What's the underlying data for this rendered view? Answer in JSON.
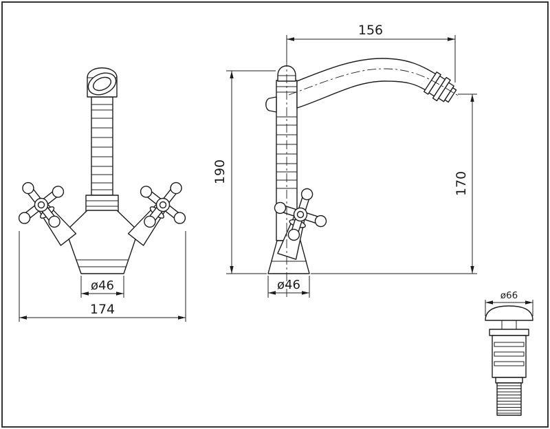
{
  "canvas": {
    "background": "#ffffff",
    "line_color": "#1c1c1c"
  },
  "front_view": {
    "base_diameter_label": "ø46",
    "overall_width_label": "174"
  },
  "side_view": {
    "spout_reach_label": "156",
    "overall_height_label": "190",
    "spout_height_label": "170",
    "base_diameter_label": "ø46"
  },
  "drain_view": {
    "cap_diameter_label": "ø66"
  }
}
